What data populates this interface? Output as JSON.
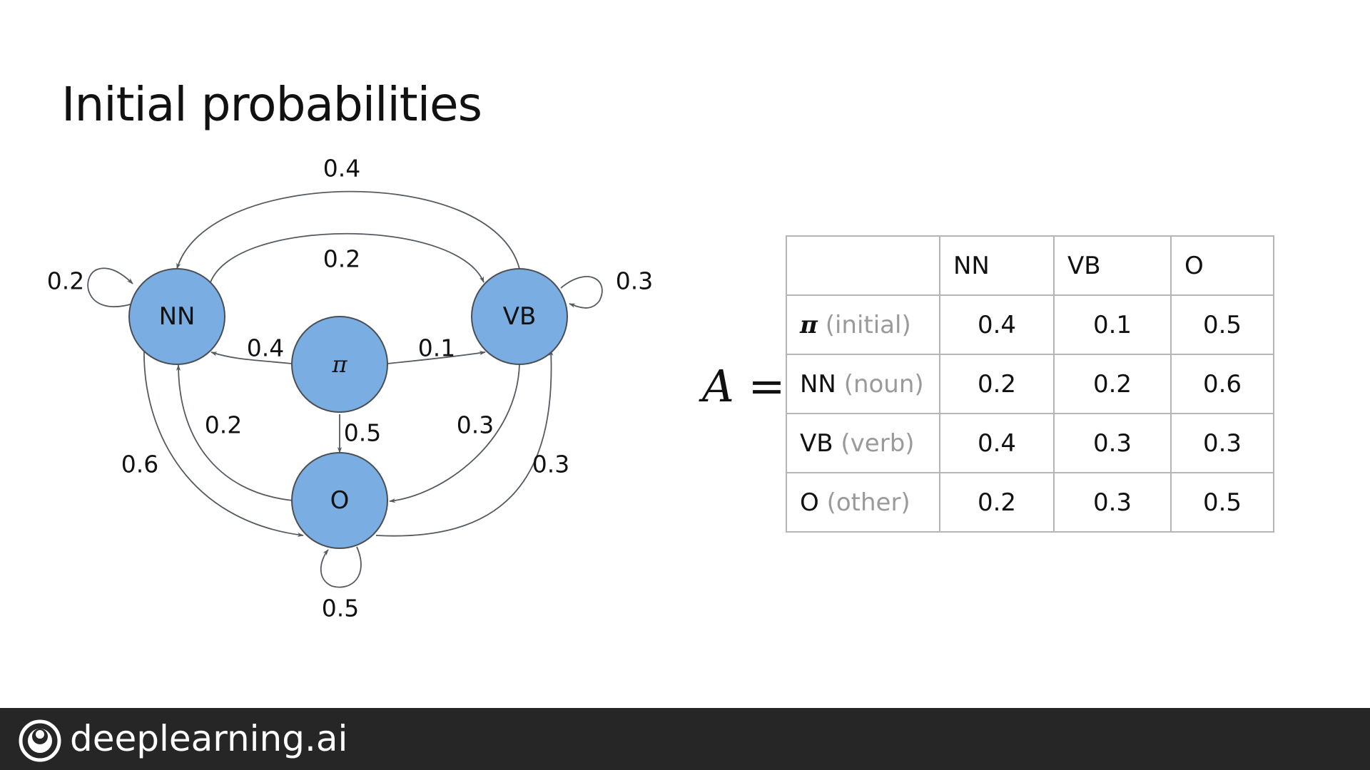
{
  "slide": {
    "title": "Initial probabilities"
  },
  "diagram": {
    "nodes": [
      {
        "id": "NN",
        "label": "NN"
      },
      {
        "id": "VB",
        "label": "VB"
      },
      {
        "id": "pi",
        "label": "π"
      },
      {
        "id": "O",
        "label": "O"
      }
    ],
    "edges": [
      {
        "from": "VB",
        "to": "NN",
        "label": "0.4"
      },
      {
        "from": "NN",
        "to": "VB",
        "label": "0.2"
      },
      {
        "from": "NN",
        "to": "NN",
        "label": "0.2"
      },
      {
        "from": "VB",
        "to": "VB",
        "label": "0.3"
      },
      {
        "from": "pi",
        "to": "NN",
        "label": "0.4"
      },
      {
        "from": "pi",
        "to": "VB",
        "label": "0.1"
      },
      {
        "from": "pi",
        "to": "O",
        "label": "0.5"
      },
      {
        "from": "O",
        "to": "NN",
        "label": "0.2"
      },
      {
        "from": "VB",
        "to": "O",
        "label": "0.3"
      },
      {
        "from": "NN",
        "to": "O",
        "label": "0.6"
      },
      {
        "from": "O",
        "to": "VB",
        "label": "0.3"
      },
      {
        "from": "O",
        "to": "O",
        "label": "0.5"
      }
    ]
  },
  "matrix": {
    "symbol": "A",
    "equals": "=",
    "columns": [
      "NN",
      "VB",
      "O"
    ],
    "rows": [
      {
        "label": "π",
        "desc": "(initial)",
        "values": [
          "0.4",
          "0.1",
          "0.5"
        ]
      },
      {
        "label": "NN",
        "desc": "(noun)",
        "values": [
          "0.2",
          "0.2",
          "0.6"
        ]
      },
      {
        "label": "VB",
        "desc": "(verb)",
        "values": [
          "0.4",
          "0.3",
          "0.3"
        ]
      },
      {
        "label": "O",
        "desc": "(other)",
        "values": [
          "0.2",
          "0.3",
          "0.5"
        ]
      }
    ]
  },
  "footer": {
    "brand": "deeplearning.ai"
  },
  "colors": {
    "node_fill": "#7aaee2",
    "footer_bg": "#262626",
    "muted_text": "#9a9a9a"
  }
}
